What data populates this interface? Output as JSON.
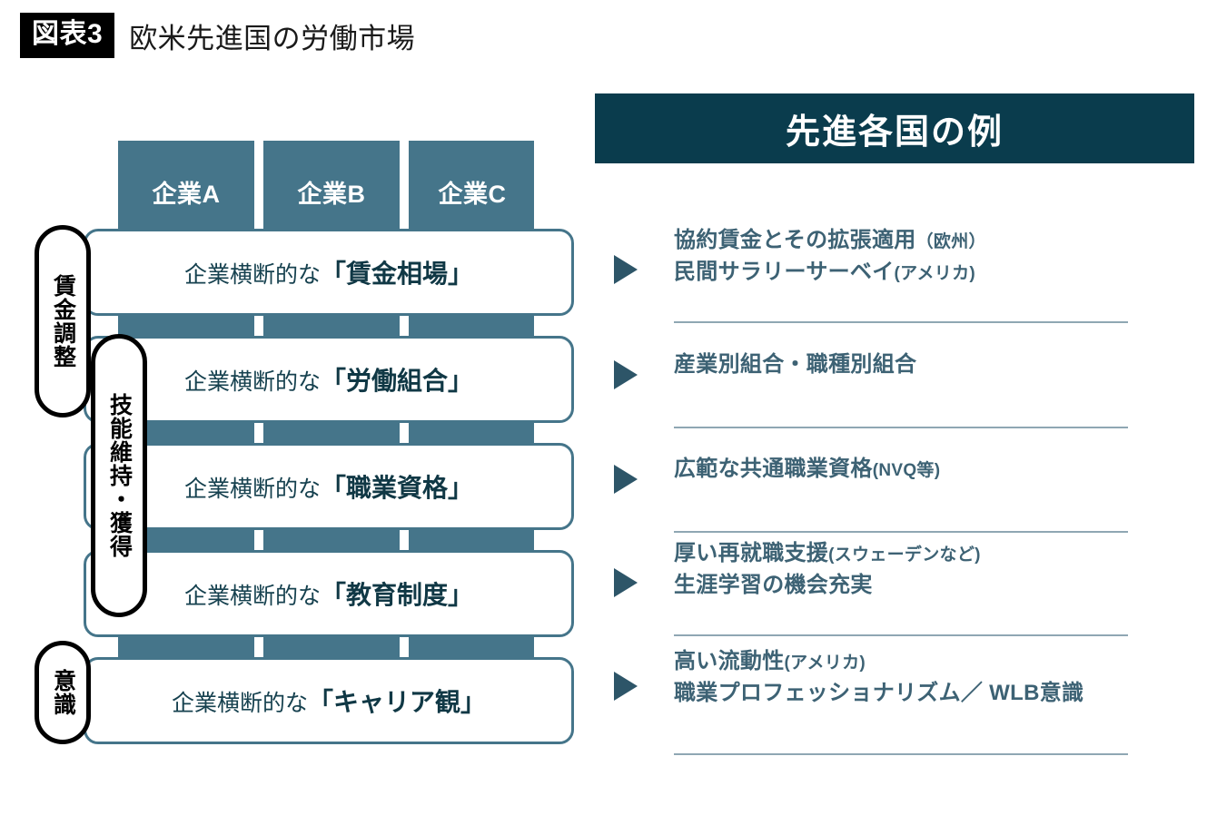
{
  "title": {
    "badge": "図表3",
    "text": "欧米先進国の労働市場"
  },
  "colors": {
    "teal": "#45758a",
    "navy": "#0a3c4d",
    "text_teal": "#3d6274",
    "black": "#000000",
    "divider": "#8fa7b3"
  },
  "diagram": {
    "columns": [
      {
        "label": "企業A"
      },
      {
        "label": "企業B"
      },
      {
        "label": "企業C"
      }
    ],
    "rows": [
      {
        "prefix": "企業横断的な",
        "emphasis": "「賃金相場」"
      },
      {
        "prefix": "企業横断的な",
        "emphasis": "「労働組合」"
      },
      {
        "prefix": "企業横断的な",
        "emphasis": "「職業資格」"
      },
      {
        "prefix": "企業横断的な",
        "emphasis": "「教育制度」"
      },
      {
        "prefix": "企業横断的な",
        "emphasis": "「キャリア観」"
      }
    ],
    "pills": [
      {
        "label": "賃金調整"
      },
      {
        "label": "技能維持・獲得"
      },
      {
        "label": "意識"
      }
    ]
  },
  "examples": {
    "header": "先進各国の例",
    "groups": [
      {
        "lines": [
          {
            "main": "協約賃金とその拡張適用",
            "paren": "（欧州）"
          },
          {
            "main": "民間サラリーサーベイ",
            "paren": "(アメリカ)"
          }
        ]
      },
      {
        "lines": [
          {
            "main": "産業別組合・職種別組合",
            "paren": ""
          }
        ]
      },
      {
        "lines": [
          {
            "main": "広範な共通職業資格",
            "paren": "(NVQ等)"
          }
        ]
      },
      {
        "lines": [
          {
            "main": "厚い再就職支援",
            "paren": "(スウェーデンなど)"
          },
          {
            "main": "生涯学習の機会充実",
            "paren": ""
          }
        ]
      },
      {
        "lines": [
          {
            "main": "高い流動性",
            "paren": "(アメリカ)"
          },
          {
            "main": "職業プロフェッショナリズム／ WLB意識",
            "paren": ""
          }
        ]
      }
    ]
  }
}
